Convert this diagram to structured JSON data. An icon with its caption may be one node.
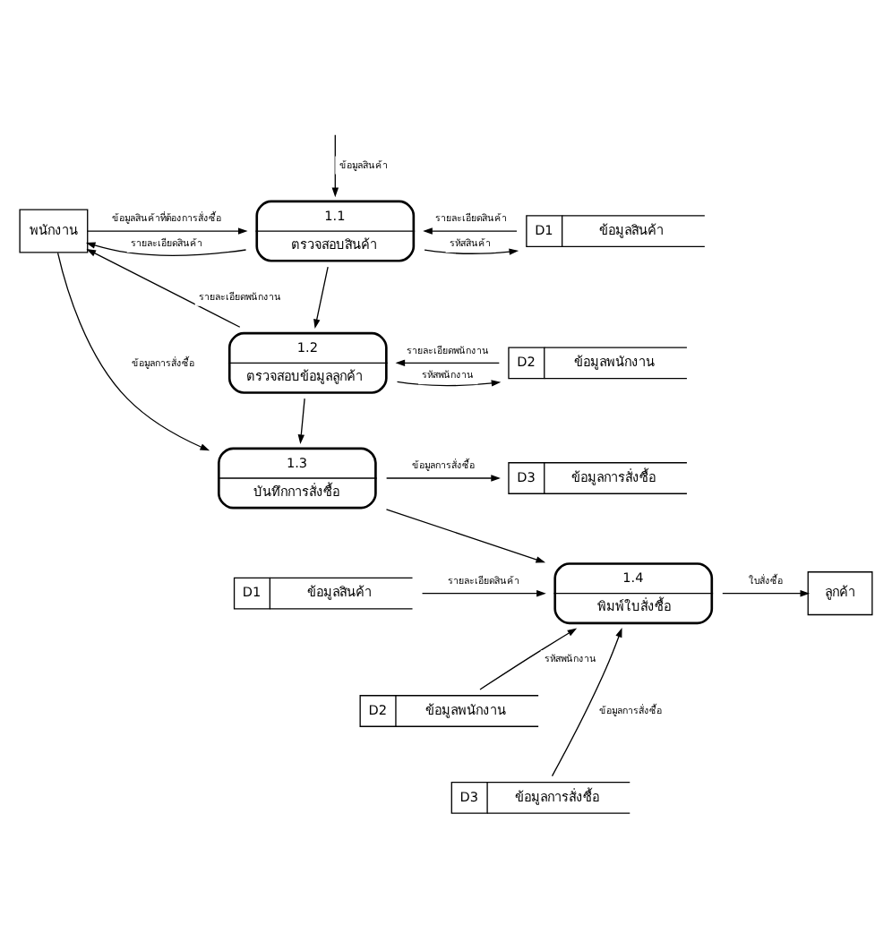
{
  "diagram": {
    "nodes": [
      {
        "text": [
          "พนักงาน"
        ]
      },
      {
        "text": [
          "1.1",
          "ตรวจสอบสินค้า"
        ]
      },
      {
        "text": [
          "D1",
          "ข้อมูลสินค้า"
        ]
      },
      {
        "text": [
          "1.2",
          "ตรวจสอบข้อมูลลูกค้า"
        ]
      },
      {
        "text": [
          "D2",
          "ข้อมูลพนักงาน"
        ]
      },
      {
        "text": [
          "1.3",
          "บันทึกการสั่งซื้อ"
        ]
      },
      {
        "text": [
          "D3",
          "ข้อมูลการสั่งซื้อ"
        ]
      },
      {
        "text": [
          "ลูกค้า"
        ]
      },
      {
        "text": [
          "1.4",
          "พิมพ์ใบสั่งซื้อ"
        ]
      },
      {
        "text": [
          "D1",
          "ข้อมูลสินค้า"
        ]
      },
      {
        "text": [
          "D2",
          "ข้อมูลพนักงาน"
        ]
      },
      {
        "text": [
          "D3",
          "ข้อมูลการสั่งซื้อ"
        ]
      }
    ],
    "edges": [
      {
        "from": null,
        "to": 1,
        "arrow": "to",
        "label": "ข้อมูลสินค้า"
      },
      {
        "from": 0,
        "to": 1,
        "arrow": "to",
        "label": "ข้อมูลสินค้าที่ต้องการสั่งซื้อ"
      },
      {
        "from": 2,
        "to": 1,
        "arrow": "to",
        "label": "รายละเอียดสินค้า"
      },
      {
        "from": 1,
        "to": 2,
        "arrow": "to",
        "label": "รหัสสินค้า"
      },
      {
        "from": 1,
        "to": 0,
        "arrow": "to",
        "label": "รายละเอียดสินค้า"
      },
      {
        "from": 1,
        "to": 3,
        "arrow": "to"
      },
      {
        "from": 3,
        "to": 0,
        "arrow": "to",
        "label": "รายละเอียดพนักงาน"
      },
      {
        "from": 3,
        "to": 4,
        "arrow": "to",
        "label": "รหัสพนักงาน"
      },
      {
        "from": 4,
        "to": 3,
        "arrow": "to",
        "label": "รายละเอียดพนักงาน"
      },
      {
        "from": 3,
        "to": 5,
        "arrow": "to"
      },
      {
        "from": 0,
        "to": 5,
        "arrow": "to",
        "label": "ข้อมูลการสั่งซื้อ"
      },
      {
        "from": 5,
        "to": 6,
        "arrow": "to",
        "label": "ข้อมูลการสั่งซื้อ"
      },
      {
        "from": 5,
        "to": 8,
        "arrow": "to"
      },
      {
        "from": 8,
        "to": 7,
        "arrow": "to",
        "label": "ใบสั่งซื้อ"
      },
      {
        "from": 9,
        "to": 8,
        "arrow": "to",
        "label": "รายละเอียดสินค้า"
      },
      {
        "from": 10,
        "to": 8,
        "arrow": "to",
        "label": "รหัสพนักงาน"
      },
      {
        "from": 11,
        "to": 8,
        "arrow": "to",
        "label": "ข้อมูลการสั่งซื้อ"
      }
    ]
  }
}
